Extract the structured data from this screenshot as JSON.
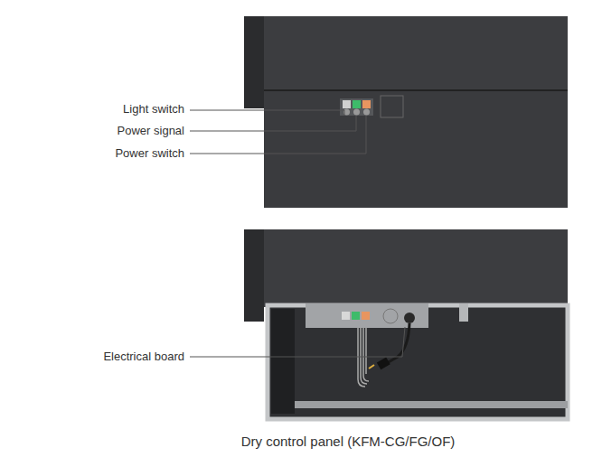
{
  "diagram": {
    "caption": "Dry control panel (KFM-CG/FG/OF)",
    "labels": [
      "Light switch",
      "Power signal",
      "Power switch",
      "Electrical board"
    ]
  }
}
